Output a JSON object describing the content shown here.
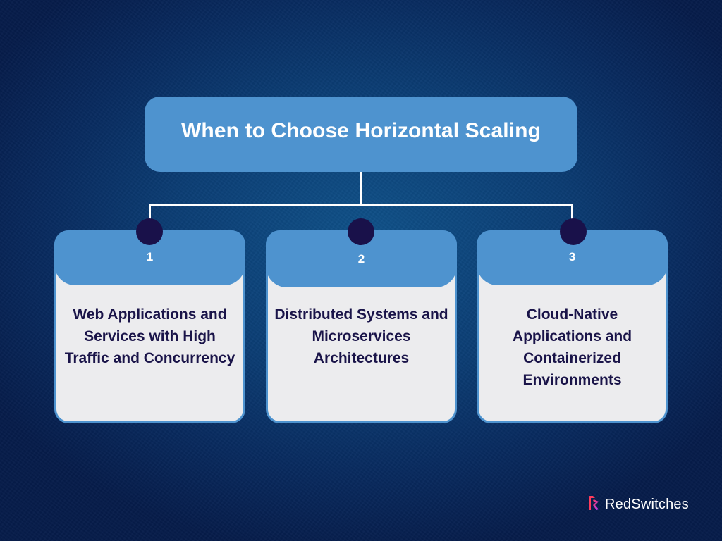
{
  "diagram": {
    "title": "When to Choose Horizontal Scaling",
    "items": [
      {
        "number": "1",
        "text": "Web Applications and Services with High Traffic and Concurrency"
      },
      {
        "number": "2",
        "text": "Distributed Systems and Microservices Architectures"
      },
      {
        "number": "3",
        "text": "Cloud-Native Applications and Containerized Environments"
      }
    ]
  },
  "brand": {
    "name": "RedSwitches",
    "icon": "redswitches-logo-icon"
  },
  "colors": {
    "background": "#0b3d74",
    "box_blue": "#4e93cf",
    "card_body": "#ececee",
    "dot": "#19114a",
    "card_text": "#1a1449",
    "connector": "#ffffff"
  }
}
